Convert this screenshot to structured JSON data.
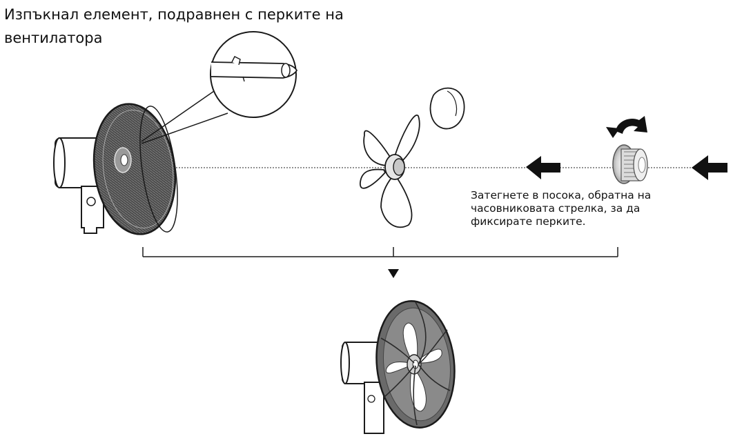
{
  "captions": {
    "protrusion": {
      "line1": "Изпъкнал елемент, подравнен с перките на",
      "line2": "вентилатора"
    },
    "tighten": {
      "line1": "Затегнете в посока, обратна на",
      "line2": "часовниковата стрелка, за да",
      "line3": "фиксирате перките."
    }
  },
  "icons": {
    "fan_body": "fan-grille-icon",
    "detail": "shaft-detail-magnifier-icon",
    "blade": "fan-blade-icon",
    "cap": "spinner-cap-icon",
    "nut": "blade-nut-icon",
    "rotate": "counterclockwise-arrow-icon",
    "arrow": "left-arrow-icon",
    "assembled": "assembled-fan-icon"
  },
  "colors": {
    "line": "#1a1a1a",
    "grille_fill": "#5a5a5a",
    "background": "#ffffff"
  }
}
